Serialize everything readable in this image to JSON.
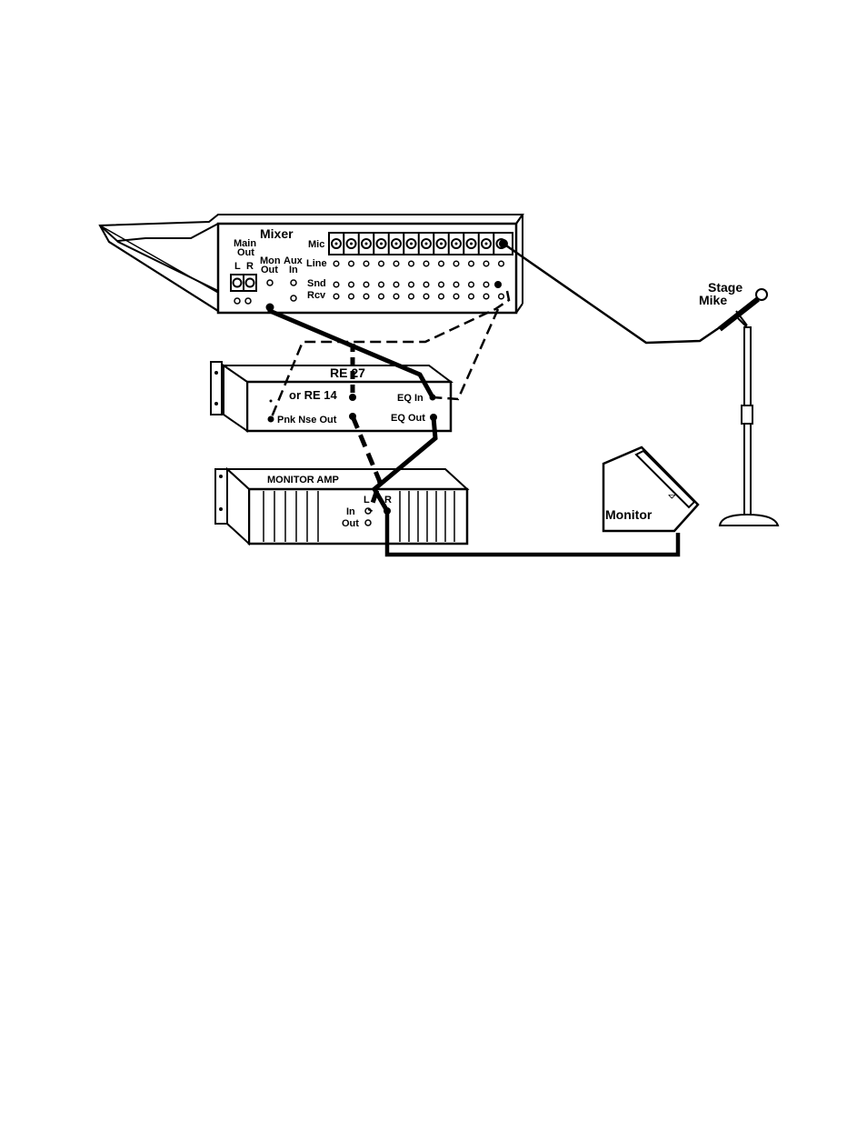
{
  "mixer": {
    "title": "Mixer",
    "main_out_line1": "Main",
    "main_out_line2": "Out",
    "left_label": "L",
    "right_label": "R",
    "mon_out_line1": "Mon",
    "mon_out_line2": "Out",
    "aux_in_line1": "Aux",
    "aux_in_line2": "In",
    "row_mic": "Mic",
    "row_line": "Line",
    "row_snd": "Snd",
    "row_rcv": "Rcv"
  },
  "equalizer": {
    "model_primary": "RE 27",
    "model_alt": "or RE 14",
    "pink_noise_out": "Pnk Nse Out",
    "eq_in": "EQ In",
    "eq_out": "EQ Out"
  },
  "amp": {
    "title": "MONITOR  AMP",
    "left_label": "L",
    "right_label": "R",
    "in_label": "In",
    "out_label": "Out"
  },
  "monitor": {
    "label": "Monitor"
  },
  "mike": {
    "line1": "Stage",
    "line2": "Mike"
  }
}
